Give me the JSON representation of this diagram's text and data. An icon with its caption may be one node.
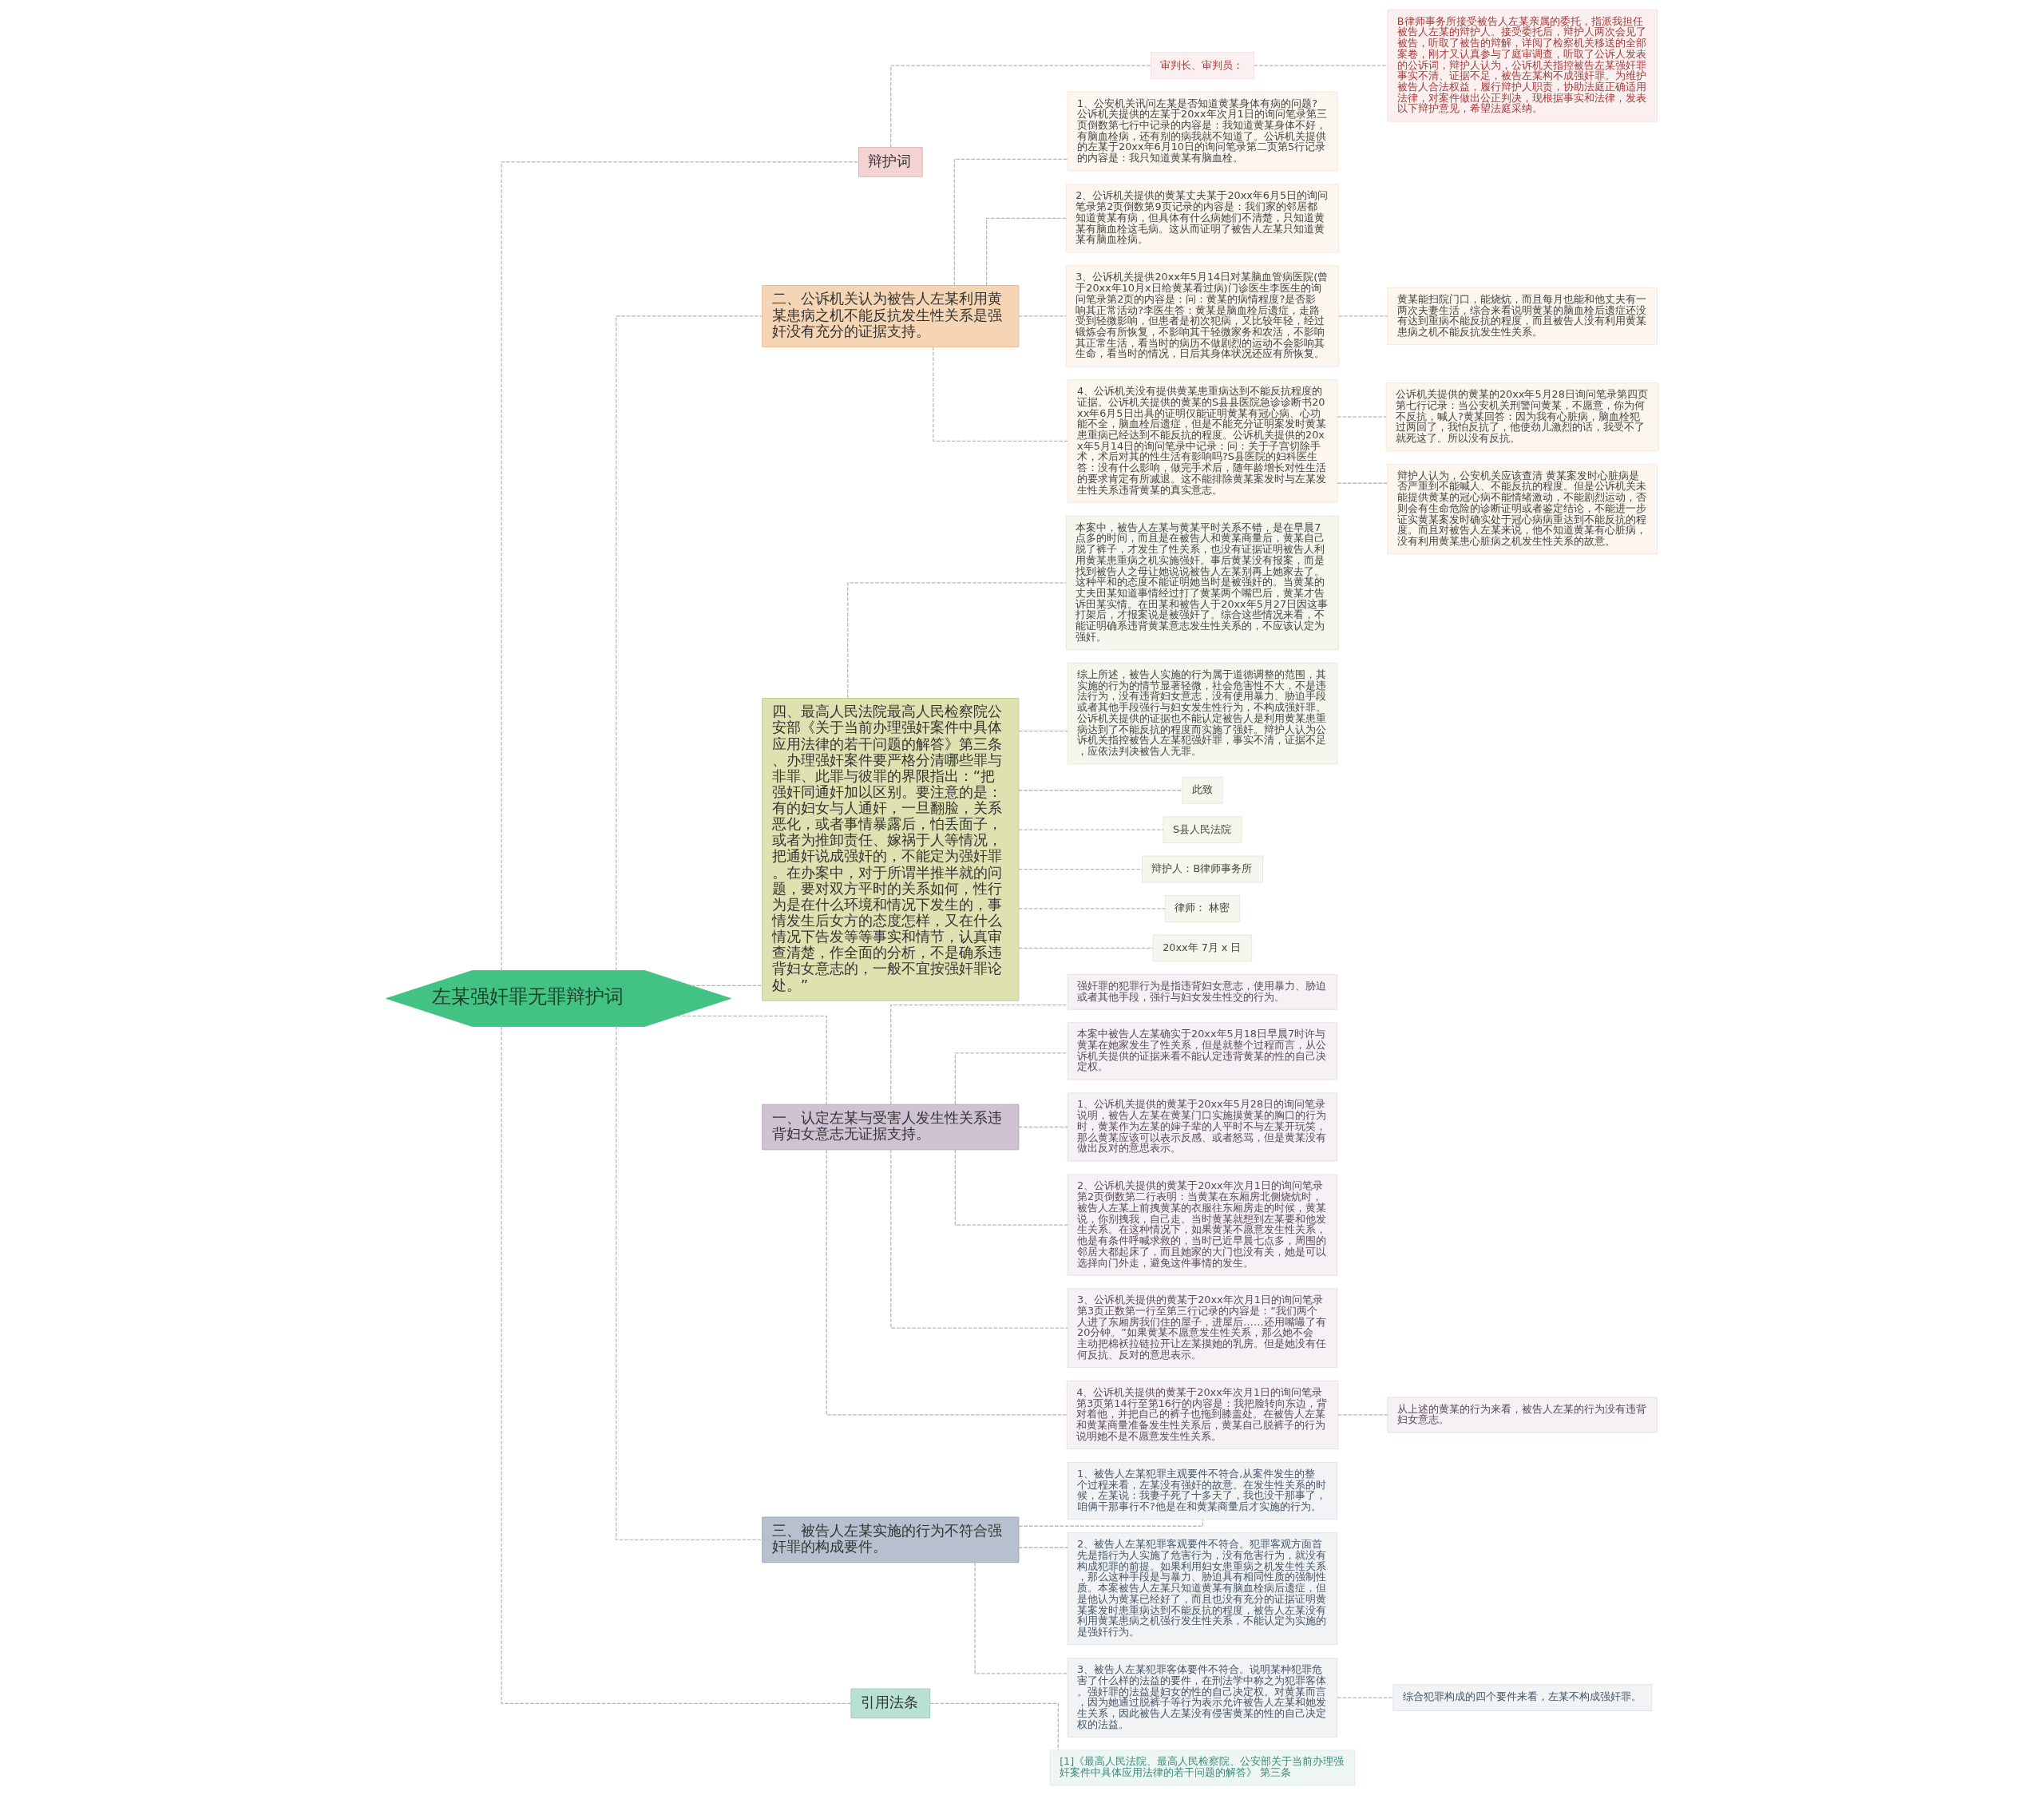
{
  "diagram": {
    "nodes": [
      {
        "text": [
          "左某强奸罪无罪辩护词"
        ]
      },
      {
        "text": [
          "辩护词"
        ]
      },
      {
        "text": [
          "审判长、审判员："
        ]
      },
      {
        "text": [
          "B律师事务所接受被告人左某亲属的委托，指派我担任被告人左某的辩护人。接受委托后，辩护人两次会见了被告，听取了被告的辩解，详阅了检察机关移送的全部案卷，刚才又认真参与了庭审调查，听取了公诉人发表的公诉词，辩护人认为，公诉机关指控被告左某强奸罪事实不清、证据不足，被告左某构不成强奸罪。为维护被告人合法权益，履行辩护人职责，协助法庭正确适用法律，对案件做出公正判决，现根据事实和法律，发表以下辩护意见，希望法庭采纳。"
        ]
      },
      {
        "text": [
          "二、公诉机关认为被告人左某利用黄某患病之机不能反抗发生性关系是强奸没有充分的证据支持。"
        ]
      },
      {
        "text": [
          "1、公安机关讯问左某是否知道黄某身体有病的问题?公诉机关提供的左某于20xx年次月1日的询问笔录第三页倒数第七行中记录的内容是：我知道黄某身体不好，有脑血栓病，还有别的病我就不知道了。公诉机关提供的左某于20xx年6月10日的询问笔录第二页第5行记录的内容是：我只知道黄某有脑血栓。"
        ]
      },
      {
        "text": [
          "2、公诉机关提供的黄某丈夫某于20xx年6月5日的询问笔录第2页倒数第9页记录的内容是：我们家的邻居都知道黄某有病，但具体有什么病她们不清楚，只知道黄某有脑血栓这毛病。这从而证明了被告人左某只知道黄某有脑血栓病。"
        ]
      },
      {
        "text": [
          "3、公诉机关提供20xx年5月14日对某脑血管病医院(曾于20xx年10月x日给黄某看过病)门诊医生李医生的询问笔录第2页的内容是：问：黄某的病情程度?是否影响其正常活动?李医生答：黄某是脑血栓后遗症，走路受到轻微影响，但患者是初次犯病，又比较年轻，经过锻炼会有所恢复，不影响其干轻微家务和农活，不影响其正常生活，看当时的病历不做剧烈的运动不会影响其生命，看当时的情况，日后其身体状况还应有所恢复。"
        ]
      },
      {
        "text": [
          "黄某能扫院门口，能烧炕，而且每月也能和他丈夫有一两次夫妻生活，综合来看说明黄某的脑血栓后遗症还没有达到重病不能反抗的程度，而且被告人没有利用黄某患病之机不能反抗发生性关系。"
        ]
      },
      {
        "text": [
          "4、公诉机关没有提供黄某患重病达到不能反抗程度的证据。公诉机关提供的黄某的S县县医院急诊诊断书20xx年6月5日出具的证明仅能证明黄某有冠心病、心功能不全，脑血栓后遗症，但是不能充分证明案发时黄某患重病已经达到不能反抗的程度。公诉机关提供的20xx年5月14日的询问笔录中记录：问：关于子宫切除手术，术后对其的性生活有影响吗?S县医院的妇科医生答：没有什么影响，做完手术后，随年龄增长对性生活的要求肯定有所减退。这不能排除黄某案发时与左某发生性关系违背黄某的真实意志。"
        ]
      },
      {
        "text": [
          "公诉机关提供的黄某的20xx年5月28日询问笔录第四页第七行记录：当公安机关刑警问黄某，不愿意，你为何不反抗，喊人?黄某回答：因为我有心脏病，脑血栓犯过两回了，我怕反抗了，他使劲儿激烈的话，我受不了就死这了。所以没有反抗。"
        ]
      },
      {
        "text": [
          "辩护人认为，公安机关应该查清 黄某案发时心脏病是否严重到不能喊人、不能反抗的程度。但是公诉机关未能提供黄某的冠心病不能情绪激动，不能剧烈运动，否则会有生命危险的诊断证明或者鉴定结论，不能进一步证实黄某案发时确实处于冠心病病重达到不能反抗的程度。而且对被告人左某来说，他不知道黄某有心脏病，没有利用黄某患心脏病之机发生性关系的故意。"
        ]
      },
      {
        "text": [
          "四、最高人民法院最高人民检察院公安部《关于当前办理强奸案件中具体应用法律的若干问题的解答》第三条、办理强奸案件要严格分清哪些罪与非罪、此罪与彼罪的界限指出：“把强奸同通奸加以区别。要注意的是：有的妇女与人通奸，一旦翻脸，关系恶化，或者事情暴露后，怕丢面子，或者为推卸责任、嫁祸于人等情况，把通奸说成强奸的，不能定为强奸罪。在办案中，对于所谓半推半就的问题，要对双方平时的关系如何，性行为是在什么环境和情况下发生的，事情发生后女方的态度怎样，又在什么情况下告发等等事实和情节，认真审查清楚，作全面的分析，不是确系违背妇女意志的，一般不宜按强奸罪论处。”"
        ]
      },
      {
        "text": [
          "本案中，被告人左某与黄某平时关系不错，是在早晨7点多的时间，而且是在被告人和黄某商量后，黄某自己脱了裤子，才发生了性关系，也没有证据证明被告人利用黄某患重病之机实施强奸。事后黄某没有报案，而是找到被告人之母让她说说被告人左某别再上她家去了。这种平和的态度不能证明她当时是被强奸的。当黄某的丈夫田某知道事情经过打了黄某两个嘴巴后，黄某才告诉田某实情。在田某和被告人于20xx年5月27日因这事打架后，才报案说是被强奸了。综合这些情况来看，不能证明确系违背黄某意志发生性关系的，不应该认定为强奸。"
        ]
      },
      {
        "text": [
          "综上所述，被告人实施的行为属于道德调整的范围，其实施的行为的情节显著轻微，社会危害性不大，不是违法行为，没有违背妇女意志，没有使用暴力、胁迫手段或者其他手段强行与妇女发生性行为，不构成强奸罪。公诉机关提供的证据也不能认定被告人是利用黄某患重病达到了不能反抗的程度而实施了强奸。辩护人认为公诉机关指控被告人左某犯强奸罪，事实不清，证据不足，应依法判决被告人无罪。"
        ]
      },
      {
        "text": [
          "此致"
        ]
      },
      {
        "text": [
          "S县人民法院"
        ]
      },
      {
        "text": [
          "辩护人：B律师事务所"
        ]
      },
      {
        "text": [
          "律师： 林密"
        ]
      },
      {
        "text": [
          "20xx年 7月 x 日"
        ]
      },
      {
        "text": [
          "一、认定左某与受害人发生性关系违背妇女意志无证据支持。"
        ]
      },
      {
        "text": [
          "强奸罪的犯罪行为是指违背妇女意志，使用暴力、胁迫或者其他手段，强行与妇女发生性交的行为。"
        ]
      },
      {
        "text": [
          "本案中被告人左某确实于20xx年5月18日早晨7时许与黄某在她家发生了性关系，但是就整个过程而言，从公诉机关提供的证据来看不能认定违背黄某的性的自己决定权。"
        ]
      },
      {
        "text": [
          "1、公诉机关提供的黄某于20xx年5月28日的询问笔录说明，被告人左某在黄某门口实施摸黄某的胸口的行为时，黄某作为左某的婶子辈的人平时不与左某开玩笑，那么黄某应该可以表示反感、或者怒骂，但是黄某没有做出反对的意思表示。"
        ]
      },
      {
        "text": [
          "2、公诉机关提供的黄某于20xx年次月1日的询问笔录第2页倒数第二行表明：当黄某在东厢房北侧烧炕时，被告人左某上前拽黄某的衣服往东厢房走的时候，黄某说，你别拽我，自己走。当时黄某就想到左某要和他发生关系。在这种情况下，如果黄某不愿意发生性关系，他是有条件呼喊求救的，当时已近早晨七点多，周围的邻居大都起床了，而且她家的大门也没有关，她是可以选择向门外走，避免这件事情的发生。"
        ]
      },
      {
        "text": [
          "3、公诉机关提供的黄某于20xx年次月1日的询问笔录第3页正数第一行至第三行记录的内容是：“我们两个人进了东厢房我们住的屋子，进屋后……还用嘴嘬了有20分钟。”如果黄某不愿意发生性关系，那么她不会主动把棉袄拉链拉开让左某摸她的乳房。但是她没有任何反抗、反对的意思表示。"
        ]
      },
      {
        "text": [
          "4、公诉机关提供的黄某于20xx年次月1日的询问笔录第3页第14行至第16行的内容是：我把脸转向东边，背对着他，并把自己的裤子也拖到膝盖处。在被告人左某和黄某商量准备发生性关系后，黄某自己脱裤子的行为说明她不是不愿意发生性关系。"
        ]
      },
      {
        "text": [
          "从上述的黄某的行为来看，被告人左某的行为没有违背妇女意志。"
        ]
      },
      {
        "text": [
          "三、被告人左某实施的行为不符合强奸罪的构成要件。"
        ]
      },
      {
        "text": [
          "1、被告人左某犯罪主观要件不符合,从案件发生的整个过程来看，左某没有强奸的故意。在发生性关系的时候，左某说：我妻子死了十多天了，我也没干那事了，咱俩干那事行不?他是在和黄某商量后才实施的行为。"
        ]
      },
      {
        "text": [
          "2、被告人左某犯罪客观要件不符合。犯罪客观方面首先是指行为人实施了危害行为，没有危害行为，就没有构成犯罪的前提。如果利用妇女患重病之机发生性关系，那么这种手段是与暴力、胁迫具有相同性质的强制性质。本案被告人左某只知道黄某有脑血栓病后遗症，但是他认为黄某已经好了，而且也没有充分的证据证明黄某案发时患重病达到不能反抗的程度，被告人左某没有利用黄某患病之机强行发生性关系，不能认定为实施的是强奸行为。"
        ]
      },
      {
        "text": [
          "3、被告人左某犯罪客体要件不符合。说明某种犯罪危害了什么样的法益的要件，在刑法学中称之为犯罪客体。强奸罪的法益是妇女的性的自己决定权。对黄某而言，因为她通过脱裤子等行为表示允许被告人左某和她发生关系，因此被告人左某没有侵害黄某的性的自己决定权的法益。"
        ]
      },
      {
        "text": [
          "综合犯罪构成的四个要件来看，左某不构成强奸罪。"
        ]
      },
      {
        "text": [
          "引用法条"
        ]
      },
      {
        "text": [
          "[1]《最高人民法院、最高人民检察院、公安部关于当前办理强奸案件中具体应用法律的若干问题的解答》 第三条"
        ]
      }
    ],
    "edges": [
      {
        "from": 0,
        "to": 1,
        "arrow": "none"
      },
      {
        "from": 1,
        "to": 2,
        "arrow": "none"
      },
      {
        "from": 2,
        "to": 3,
        "arrow": "none"
      },
      {
        "from": 0,
        "to": 4,
        "arrow": "none"
      },
      {
        "from": 4,
        "to": 5,
        "arrow": "none"
      },
      {
        "from": 4,
        "to": 6,
        "arrow": "none"
      },
      {
        "from": 4,
        "to": 7,
        "arrow": "none"
      },
      {
        "from": 7,
        "to": 8,
        "arrow": "none"
      },
      {
        "from": 4,
        "to": 9,
        "arrow": "none"
      },
      {
        "from": 9,
        "to": 10,
        "arrow": "none"
      },
      {
        "from": 9,
        "to": 11,
        "arrow": "none"
      },
      {
        "from": 0,
        "to": 12,
        "arrow": "none"
      },
      {
        "from": 12,
        "to": 13,
        "arrow": "none"
      },
      {
        "from": 12,
        "to": 14,
        "arrow": "none"
      },
      {
        "from": 12,
        "to": 15,
        "arrow": "none"
      },
      {
        "from": 12,
        "to": 16,
        "arrow": "none"
      },
      {
        "from": 12,
        "to": 17,
        "arrow": "none"
      },
      {
        "from": 12,
        "to": 18,
        "arrow": "none"
      },
      {
        "from": 12,
        "to": 19,
        "arrow": "none"
      },
      {
        "from": 0,
        "to": 20,
        "arrow": "none"
      },
      {
        "from": 20,
        "to": 21,
        "arrow": "none"
      },
      {
        "from": 20,
        "to": 22,
        "arrow": "none"
      },
      {
        "from": 20,
        "to": 23,
        "arrow": "none"
      },
      {
        "from": 20,
        "to": 24,
        "arrow": "none"
      },
      {
        "from": 20,
        "to": 25,
        "arrow": "none"
      },
      {
        "from": 20,
        "to": 26,
        "arrow": "none"
      },
      {
        "from": 26,
        "to": 27,
        "arrow": "none"
      },
      {
        "from": 0,
        "to": 28,
        "arrow": "none"
      },
      {
        "from": 28,
        "to": 29,
        "arrow": "none"
      },
      {
        "from": 28,
        "to": 30,
        "arrow": "none"
      },
      {
        "from": 28,
        "to": 31,
        "arrow": "none"
      },
      {
        "from": 31,
        "to": 32,
        "arrow": "none"
      },
      {
        "from": 0,
        "to": 33,
        "arrow": "none"
      },
      {
        "from": 33,
        "to": 34,
        "arrow": "none"
      }
    ]
  }
}
